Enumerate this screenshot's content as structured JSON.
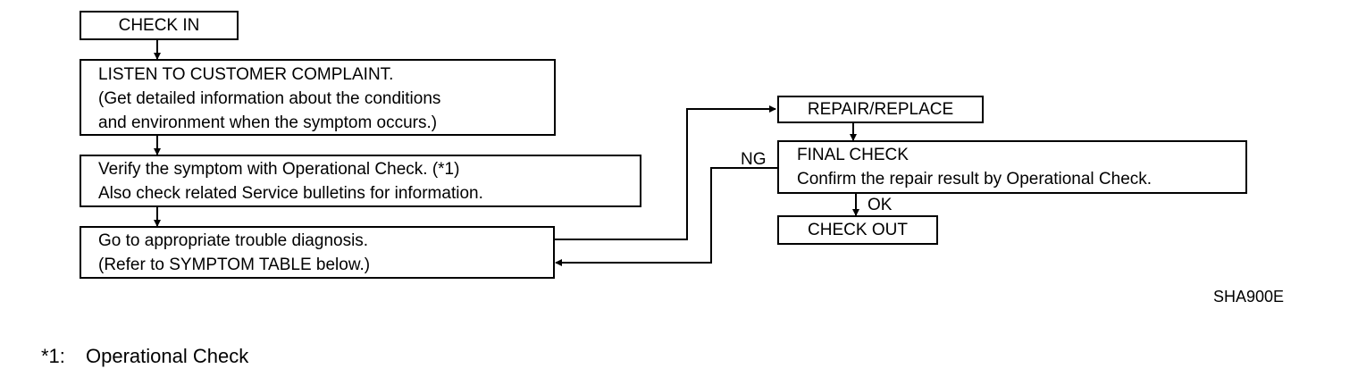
{
  "boxes": {
    "check_in": "CHECK IN",
    "listen": [
      "LISTEN TO CUSTOMER COMPLAINT.",
      "(Get detailed information about the conditions",
      "and environment when the symptom occurs.)"
    ],
    "verify": [
      "Verify the symptom with Operational Check. (*1)",
      "Also check related Service bulletins for information."
    ],
    "goto": [
      "Go to appropriate trouble diagnosis.",
      "(Refer to SYMPTOM TABLE below.)"
    ],
    "repair": "REPAIR/REPLACE",
    "final_check": [
      "FINAL CHECK",
      "Confirm the repair result by Operational Check."
    ],
    "check_out": "CHECK OUT"
  },
  "labels": {
    "ng": "NG",
    "ok": "OK"
  },
  "figure_code": "SHA900E",
  "footnote": {
    "marker": "*1:",
    "text": "Operational Check"
  }
}
